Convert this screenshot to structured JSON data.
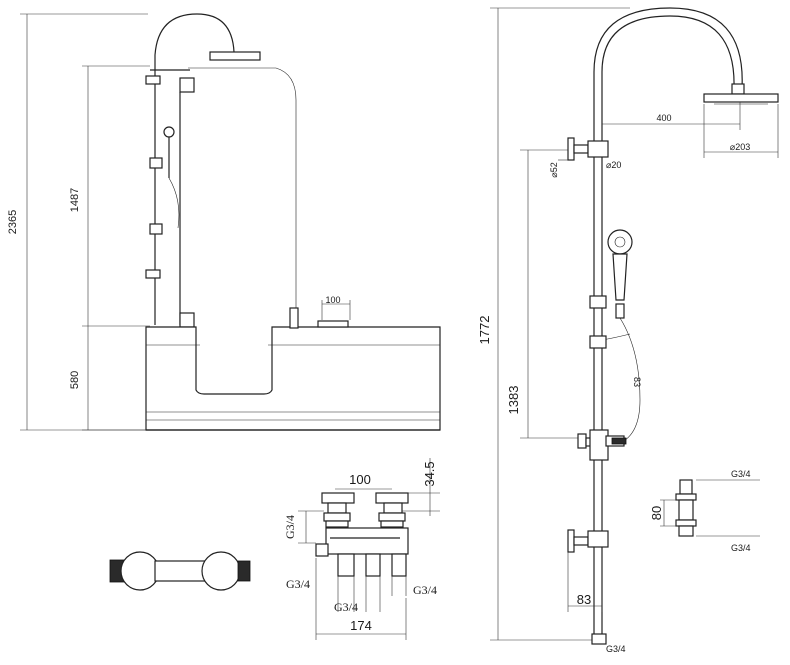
{
  "dims": {
    "overall_height": "2365",
    "pole_height": "1487",
    "tub_height": "580",
    "tub_faucet_spacing": "100",
    "rail_height": "1772",
    "arm_reach": "400",
    "head_diameter": "⌀203",
    "pole_diameter": "⌀20",
    "bracket_diameter": "⌀52",
    "hose_length": "83",
    "slider_height": "1383",
    "thread_top": "G3/4",
    "thread_bottom": "G3/4",
    "fitting_height": "80",
    "bottom_spacing": "83",
    "rail_base_thread": "G3/4",
    "faucet_spacing": "100",
    "faucet_top_height": "34.5",
    "faucet_left_thread": "G3/4",
    "faucet_outlet_left": "G3/4",
    "faucet_outlet_mid": "G3/4",
    "faucet_outlet_right": "G3/4",
    "faucet_width": "174"
  }
}
